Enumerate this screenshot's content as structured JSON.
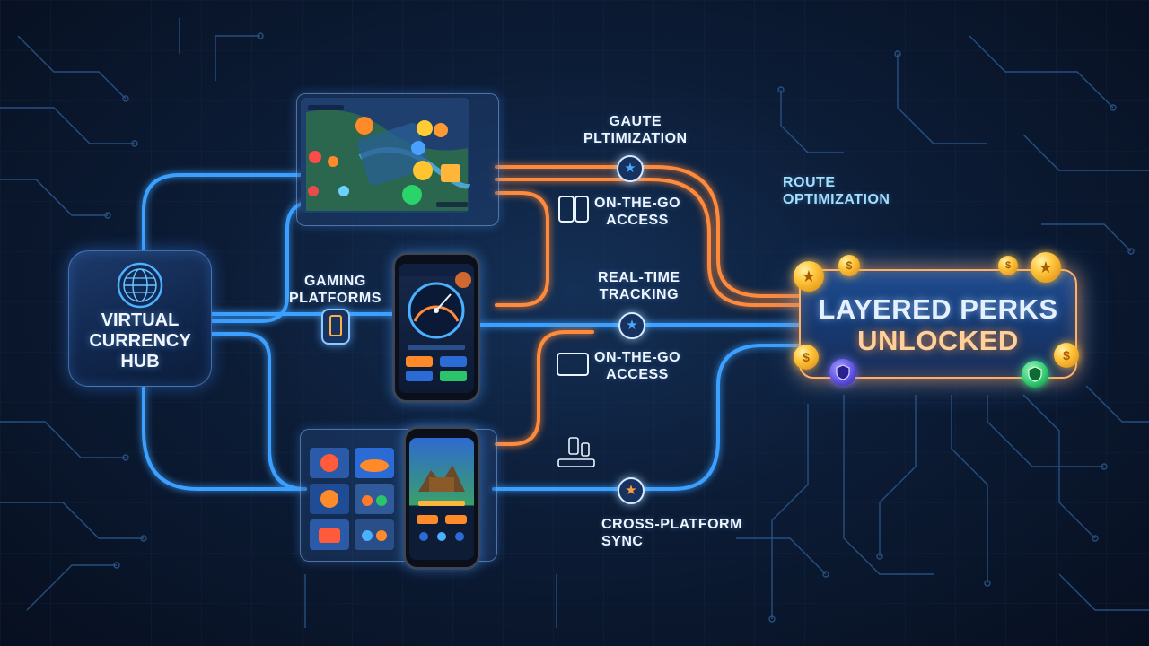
{
  "hub": {
    "title_lines": [
      "VIRTUAL",
      "CURRENCY",
      "HUB"
    ],
    "icon": "globe-icon"
  },
  "perks": {
    "title_line1": "LAYERED PERKS",
    "title_line2": "UNLOCKED"
  },
  "labels": {
    "top_opt": [
      "GAUTE",
      "PLTIMIZATION"
    ],
    "on_the_go_1": [
      "ON-THE-GO",
      "ACCESS"
    ],
    "route_opt": [
      "ROUTE",
      "OPTIMIZATION"
    ],
    "gaming_platforms": [
      "GAMING",
      "PLATFORMS"
    ],
    "real_time": [
      "REAL-TIME",
      "TRACKING"
    ],
    "on_the_go_2": [
      "ON-THE-GO",
      "ACCESS"
    ],
    "cross_platform": [
      "CROSS-PLATFORM",
      "SYNC"
    ]
  },
  "colors": {
    "blue_flow": "#3aa0ff",
    "orange_flow": "#ff8a3a",
    "circuit": "#2c5a8f",
    "perks_border": "#ffb066"
  },
  "icons": [
    "star-icon",
    "phone-icon",
    "tablet-icon",
    "laptop-icon",
    "coin-icon",
    "shield-icon"
  ]
}
